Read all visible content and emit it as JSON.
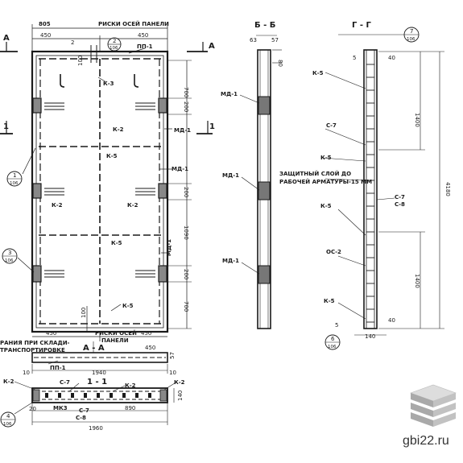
{
  "front": {
    "top_label": "РИСКИ ОСЕЙ ПАНЕЛИ",
    "dim_805": "805",
    "dim_450_left": "450",
    "dim_450_right": "450",
    "dim_2": "2",
    "dim_100": "100",
    "bottom_label_1": "РИСКИ ОСЕЙ",
    "bottom_label_2": "ПАНЕЛИ",
    "dim_450_bl": "450",
    "dim_450_br": "450",
    "dim_100_b": "100",
    "rt_700a": "700",
    "rt_200a": "200",
    "rt_200b": "200",
    "rt_1090": "1090",
    "rt_200c": "200",
    "rt_700b": "700"
  },
  "labels": {
    "pp1": "ПП-1",
    "k3": "К-3",
    "md1_a": "МД-1",
    "k2_a": "К-2",
    "k5_a": "К-5",
    "md1_b": "МД-1",
    "k2_b": "К-2",
    "k2_c": "К-2",
    "k5_b": "К-5",
    "md1_c": "МД-1",
    "k5_c": "К-5",
    "cut_a": "А",
    "cut_1": "1",
    "cut_a_left": "А",
    "cut_1_left": "1"
  },
  "callouts": {
    "c2_num": "2",
    "c2_den": "106",
    "c1_num": "1",
    "c1_den": "106",
    "c3_num": "3",
    "c3_den": "106",
    "c4_num": "4",
    "c4_den": "106",
    "c7_num": "7",
    "c7_den": "106",
    "c6_num": "6",
    "c6_den": "106"
  },
  "section_bb": {
    "title": "Б - Б",
    "dim_63": "63",
    "dim_57": "57",
    "dim_80": "80",
    "md1_1": "МД-1",
    "md1_2": "МД-1",
    "md1_3": "МД-1"
  },
  "section_gg": {
    "title": "Г - Г",
    "k5_1": "К-5",
    "dim_5a": "5",
    "dim_40a": "40",
    "dim_1400a": "1400",
    "c7_1": "С-7",
    "k5_2": "К-5",
    "note_1": "ЗАЩИТНЫЙ СЛОЙ ДО",
    "note_2": "РАБОЧЕЙ АРМАТУРЫ-15 ММ",
    "c7_2": "С-7",
    "c8": "С-8",
    "dim_4180": "4180",
    "k5_3": "К-5",
    "ds2": "ОС-2",
    "dim_1400b": "1400",
    "k5_4": "К-5",
    "dim_5b": "5",
    "dim_40b": "40",
    "dim_140": "140"
  },
  "section_aa": {
    "note_1": "РАНИЯ ПРИ СКЛАДИ-",
    "note_2": "ТРАНСПОРТИРОВКЕ",
    "title": "А - А",
    "dim_450": "450",
    "dim_57": "57",
    "pp1": "ПП-1",
    "dim_10a": "10",
    "dim_1940": "1940",
    "dim_10b": "10"
  },
  "section_11": {
    "title": "1 - 1",
    "k2_left": "К-2",
    "c7_a": "С-7",
    "k2_mid": "К-2",
    "k2_right": "К-2",
    "dim_20": "20",
    "mk3": "МК3",
    "c7_b": "С-7",
    "c8": "С-8",
    "dim_890": "890",
    "dim_140": "140",
    "dim_1960": "1960"
  },
  "watermark": "gbi22.ru",
  "colors": {
    "ink": "#1a1a1a",
    "logo_light": "#dddddd",
    "logo_mid": "#c2c2c2",
    "logo_dark": "#a9a9a9"
  },
  "icons": {
    "logo": "stacked-slabs-icon"
  }
}
